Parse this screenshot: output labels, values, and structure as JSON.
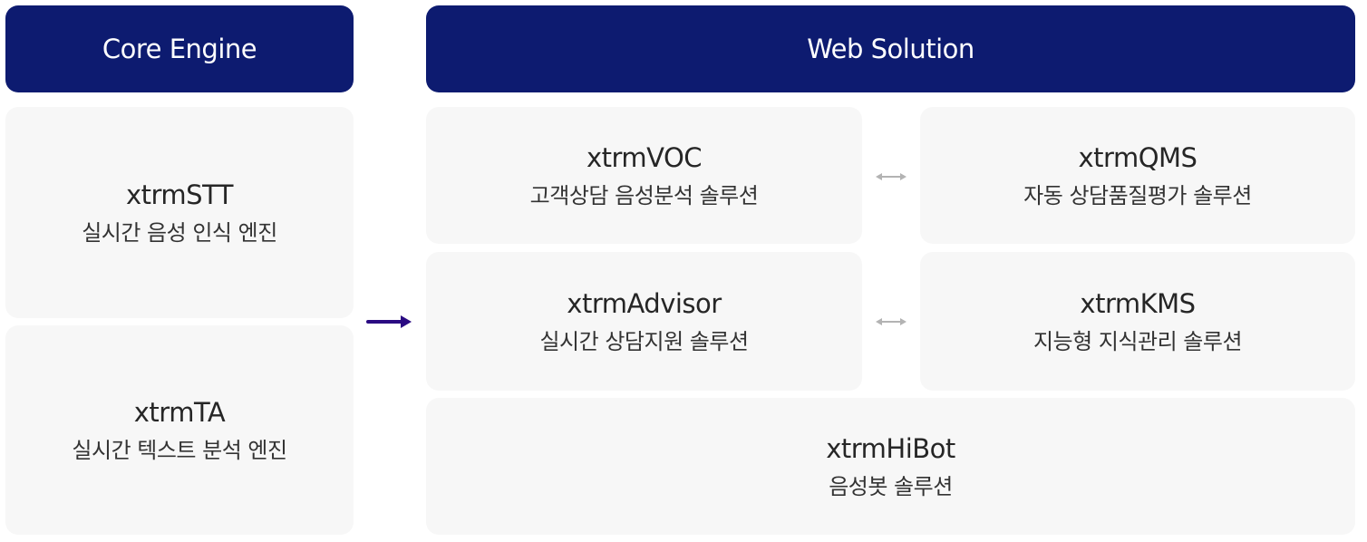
{
  "headers": {
    "core": "Core Engine",
    "web": "Web Solution"
  },
  "core_engines": [
    {
      "name": "xtrmSTT",
      "desc": "실시간 음성 인식 엔진"
    },
    {
      "name": "xtrmTA",
      "desc": "실시간 텍스트 분석 엔진"
    }
  ],
  "web_solutions": {
    "voc": {
      "name": "xtrmVOC",
      "desc": "고객상담 음성분석 솔루션"
    },
    "qms": {
      "name": "xtrmQMS",
      "desc": "자동 상담품질평가 솔루션"
    },
    "advisor": {
      "name": "xtrmAdvisor",
      "desc": "실시간 상담지원 솔루션"
    },
    "kms": {
      "name": "xtrmKMS",
      "desc": "지능형 지식관리 솔루션"
    },
    "hibot": {
      "name": "xtrmHiBot",
      "desc": "음성봇 솔루션"
    }
  },
  "colors": {
    "header_bg": "#0d1b70",
    "card_bg": "#f7f7f7",
    "arrow_main": "#2a0a82",
    "arrow_bi": "#b3b3b3"
  }
}
